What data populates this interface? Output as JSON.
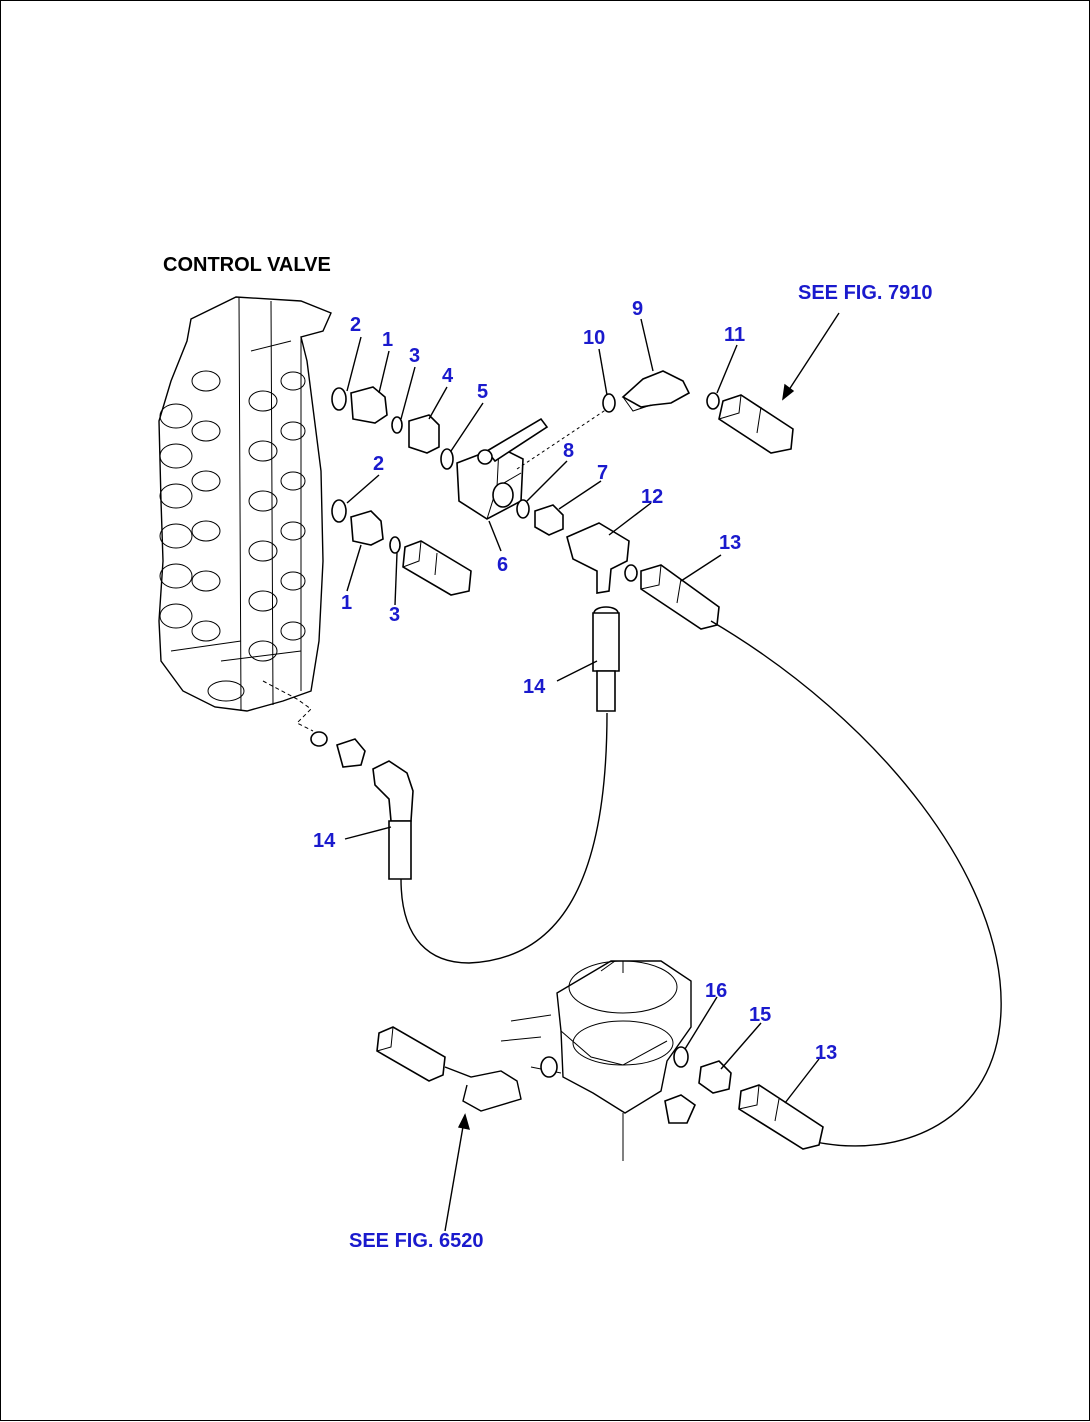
{
  "title": "CONTROL VALVE",
  "references": {
    "fig_7910": "SEE FIG. 7910",
    "fig_6520": "SEE FIG. 6520"
  },
  "callouts": [
    "2",
    "1",
    "3",
    "4",
    "5",
    "10",
    "9",
    "11",
    "2",
    "8",
    "7",
    "12",
    "6",
    "1",
    "3",
    "13",
    "14",
    "14",
    "16",
    "15",
    "13"
  ],
  "colors": {
    "callout": "#1a1acd",
    "line": "#000000"
  }
}
